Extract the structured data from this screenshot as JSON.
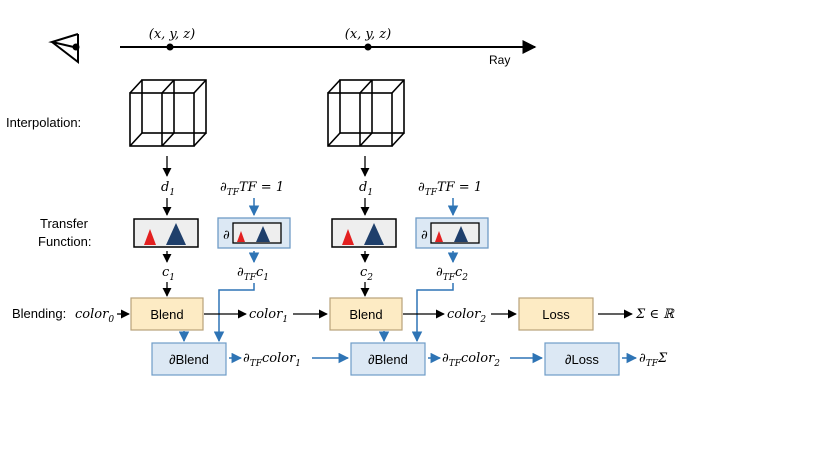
{
  "ray": {
    "point_labels": [
      "(x, y, z)",
      "(x, y, z)"
    ],
    "label": "Ray"
  },
  "row_labels": {
    "interpolation": "Interpolation:",
    "transfer_line1": "Transfer",
    "transfer_line2": "Function:",
    "blending": "Blending:"
  },
  "math": {
    "color0": "color",
    "color0_sub": "0",
    "d1a": "d",
    "d1a_sub": "1",
    "d1b": "d",
    "d1b_sub": "1",
    "tf_eq_1": "∂",
    "tf_eq_1_sub": "TF",
    "tf_eq_1_rest": "TF = 1",
    "tf_eq_2": "∂",
    "tf_eq_2_sub": "TF",
    "tf_eq_2_rest": "TF = 1",
    "c1": "c",
    "c1_sub": "1",
    "c2": "c",
    "c2_sub": "2",
    "dc1": "∂",
    "dc1_sub": "TF",
    "dc1_rest": "c",
    "dc1_rest_sub": "1",
    "dc2": "∂",
    "dc2_sub": "TF",
    "dc2_rest": "c",
    "dc2_rest_sub": "2",
    "color1": "color",
    "color1_sub": "1",
    "color2": "color",
    "color2_sub": "2",
    "dcolor1": "∂",
    "dcolor1_sub": "TF",
    "dcolor1_rest": "color",
    "dcolor1_rest_sub": "1",
    "dcolor2": "∂",
    "dcolor2_sub": "TF",
    "dcolor2_rest": "color",
    "dcolor2_rest_sub": "2",
    "sum_out": "Σ ∈ ℝ",
    "dsum": "∂",
    "dsum_sub": "TF",
    "dsum_rest": "Σ",
    "partial_small_1": "∂",
    "partial_small_2": "∂"
  },
  "boxes": {
    "blend1": "Blend",
    "blend2": "Blend",
    "loss": "Loss",
    "dblend1": "∂Blend",
    "dblend2": "∂Blend",
    "dloss": "∂Loss"
  },
  "colors": {
    "forward_box": "#fdebc4",
    "forward_border": "#b8a27a",
    "backward_box": "#dce8f4",
    "backward_border": "#6f9cc7",
    "blue_arrow": "#2e74b5",
    "tf_red": "#e32020",
    "tf_navy": "#1f3f6b",
    "tf_bg": "#eeeeee"
  }
}
